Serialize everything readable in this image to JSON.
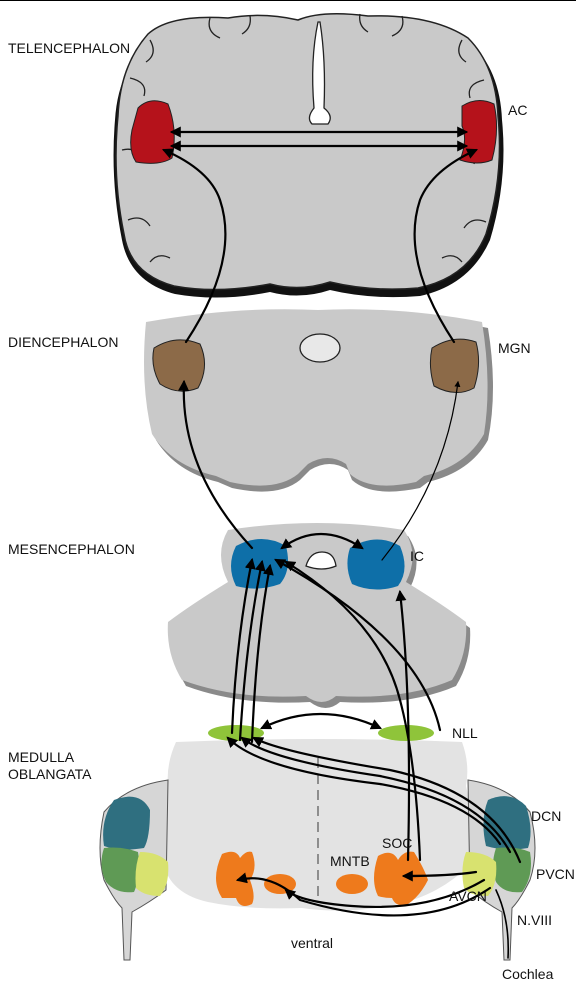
{
  "regions": {
    "telencephalon": "TELENCEPHALON",
    "diencephalon": "DIENCEPHALON",
    "mesencephalon": "MESENCEPHALON",
    "medulla_line1": "MEDULLA",
    "medulla_line2": "OBLANGATA"
  },
  "nuclei": {
    "ac": "AC",
    "mgn": "MGN",
    "ic": "IC",
    "nll": "NLL",
    "dcn": "DCN",
    "pvcn": "PVCN",
    "avcn": "AVCN",
    "soc": "SOC",
    "mntb": "MNTB",
    "nviii": "N.VIII",
    "cochlea": "Cochlea",
    "ventral": "ventral"
  },
  "colors": {
    "tissue": "#c9c9c9",
    "tissue_light": "#e3e3e3",
    "shadow": "#8a8a8a",
    "ac": "#b5121b",
    "mgn": "#8c6a48",
    "ic": "#0e6fa8",
    "nll": "#8fc43a",
    "dcn": "#2f6f80",
    "pvcn": "#5f9a55",
    "avcn": "#d8e26f",
    "soc": "#ee7a1c"
  }
}
